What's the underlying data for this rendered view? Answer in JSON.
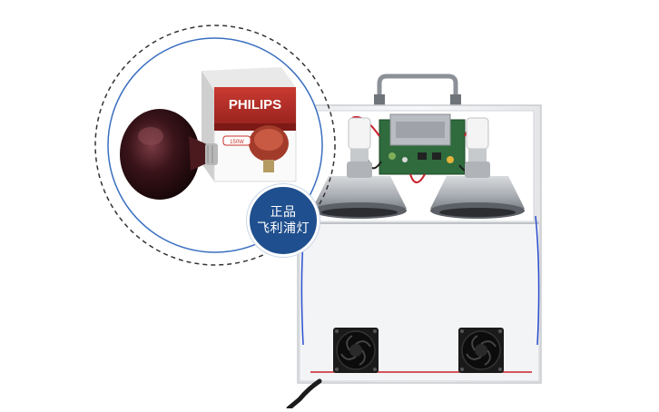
{
  "badge": {
    "line1": "正品",
    "line2": "飞利浦灯"
  },
  "bulb_box": {
    "brand": "PHILIPS",
    "watt_label": "150W"
  },
  "colors": {
    "badge_blue": "#1f4f8e",
    "box_red": "#b8302a",
    "cabinet_white": "#f2f3f4",
    "bulb_dark": "#2a0d10"
  }
}
